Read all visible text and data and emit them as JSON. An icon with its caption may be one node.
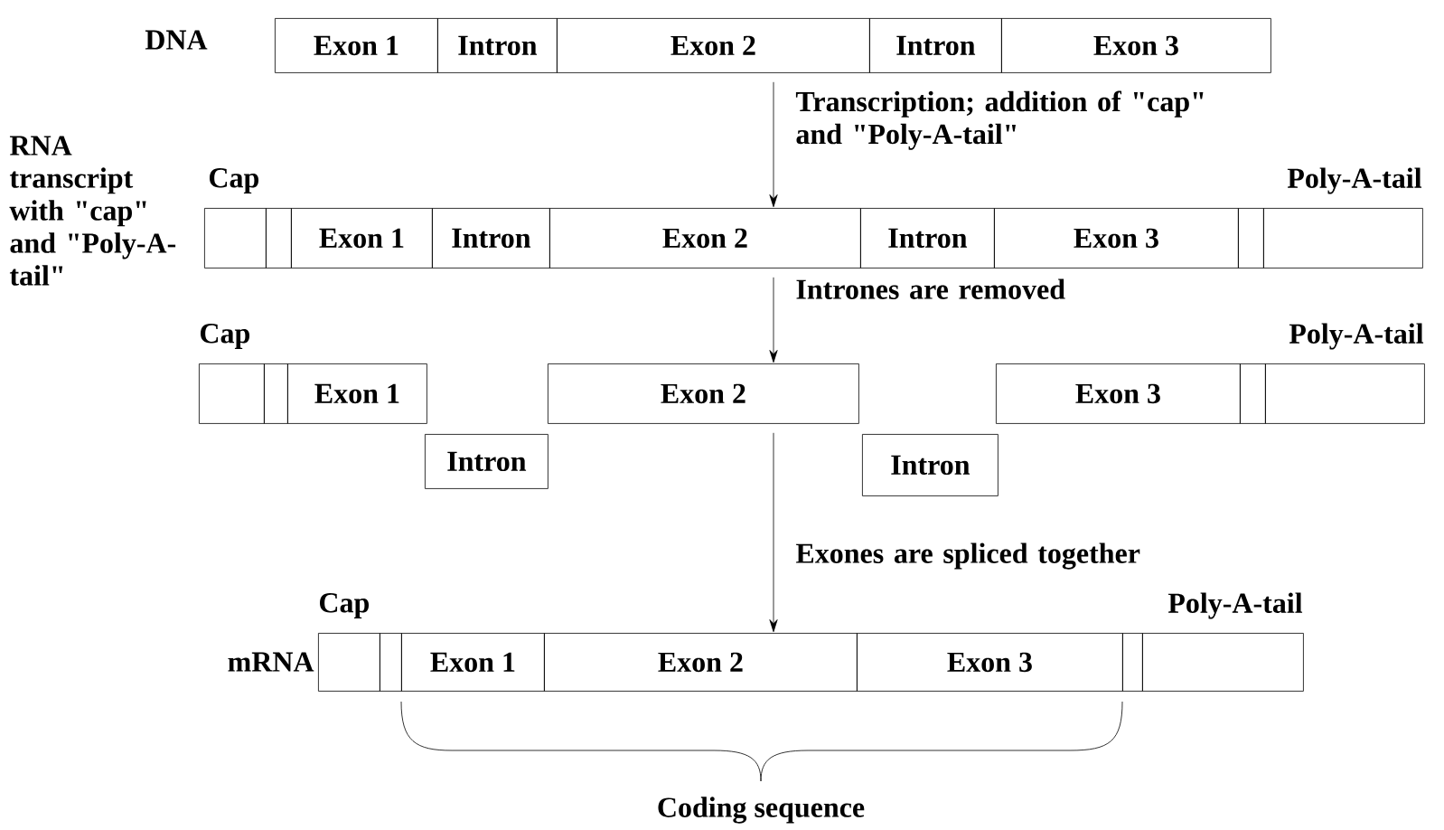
{
  "diagram": {
    "nodes": [
      {
        "text": [
          "Exon 1"
        ]
      },
      {
        "text": [
          "Intron"
        ]
      },
      {
        "text": [
          "Exon 2"
        ]
      },
      {
        "text": [
          "Intron"
        ]
      },
      {
        "text": [
          "Exon 3"
        ]
      },
      {
        "text": [],
        "shape": "box"
      },
      {
        "text": [],
        "shape": "box"
      },
      {
        "text": [
          "Exon 1"
        ]
      },
      {
        "text": [
          "Intron"
        ]
      },
      {
        "text": [
          "Exon 2"
        ]
      },
      {
        "text": [
          "Intron"
        ]
      },
      {
        "text": [
          "Exon 3"
        ]
      },
      {
        "text": [],
        "shape": "box"
      },
      {
        "text": [],
        "shape": "box"
      },
      {
        "text": [],
        "shape": "box"
      },
      {
        "text": [],
        "shape": "box"
      },
      {
        "text": [
          "Exon 1"
        ]
      },
      {
        "text": [
          "Exon 2"
        ]
      },
      {
        "text": [
          "Exon 3"
        ]
      },
      {
        "text": [],
        "shape": "box"
      },
      {
        "text": [],
        "shape": "box"
      },
      {
        "text": [
          "Intron"
        ]
      },
      {
        "text": [
          "Intron"
        ]
      },
      {
        "text": [],
        "shape": "box"
      },
      {
        "text": [],
        "shape": "box"
      },
      {
        "text": [
          "Exon 1"
        ]
      },
      {
        "text": [
          "Exon 2"
        ]
      },
      {
        "text": [
          "Exon 3"
        ]
      },
      {
        "text": [],
        "shape": "box"
      },
      {
        "text": [],
        "shape": "box"
      }
    ],
    "edges": [
      {
        "from": 2,
        "to": 9,
        "arrow": "to",
        "label": "Transcription; addition of \"cap\" and \"Poly-A-tail\""
      },
      {
        "from": 9,
        "to": 17,
        "arrow": "to",
        "label": "Intrones are removed"
      },
      {
        "from": 17,
        "to": 26,
        "arrow": "to",
        "label": "Exones are spliced together"
      }
    ],
    "labels": [
      "DNA",
      "RNA transcript with \"cap\" and \"Poly-A-tail\"",
      "Cap",
      "Poly-A-tail",
      "Cap",
      "Poly-A-tail",
      "Cap",
      "Poly-A-tail",
      "mRNA",
      "Coding sequence"
    ]
  }
}
